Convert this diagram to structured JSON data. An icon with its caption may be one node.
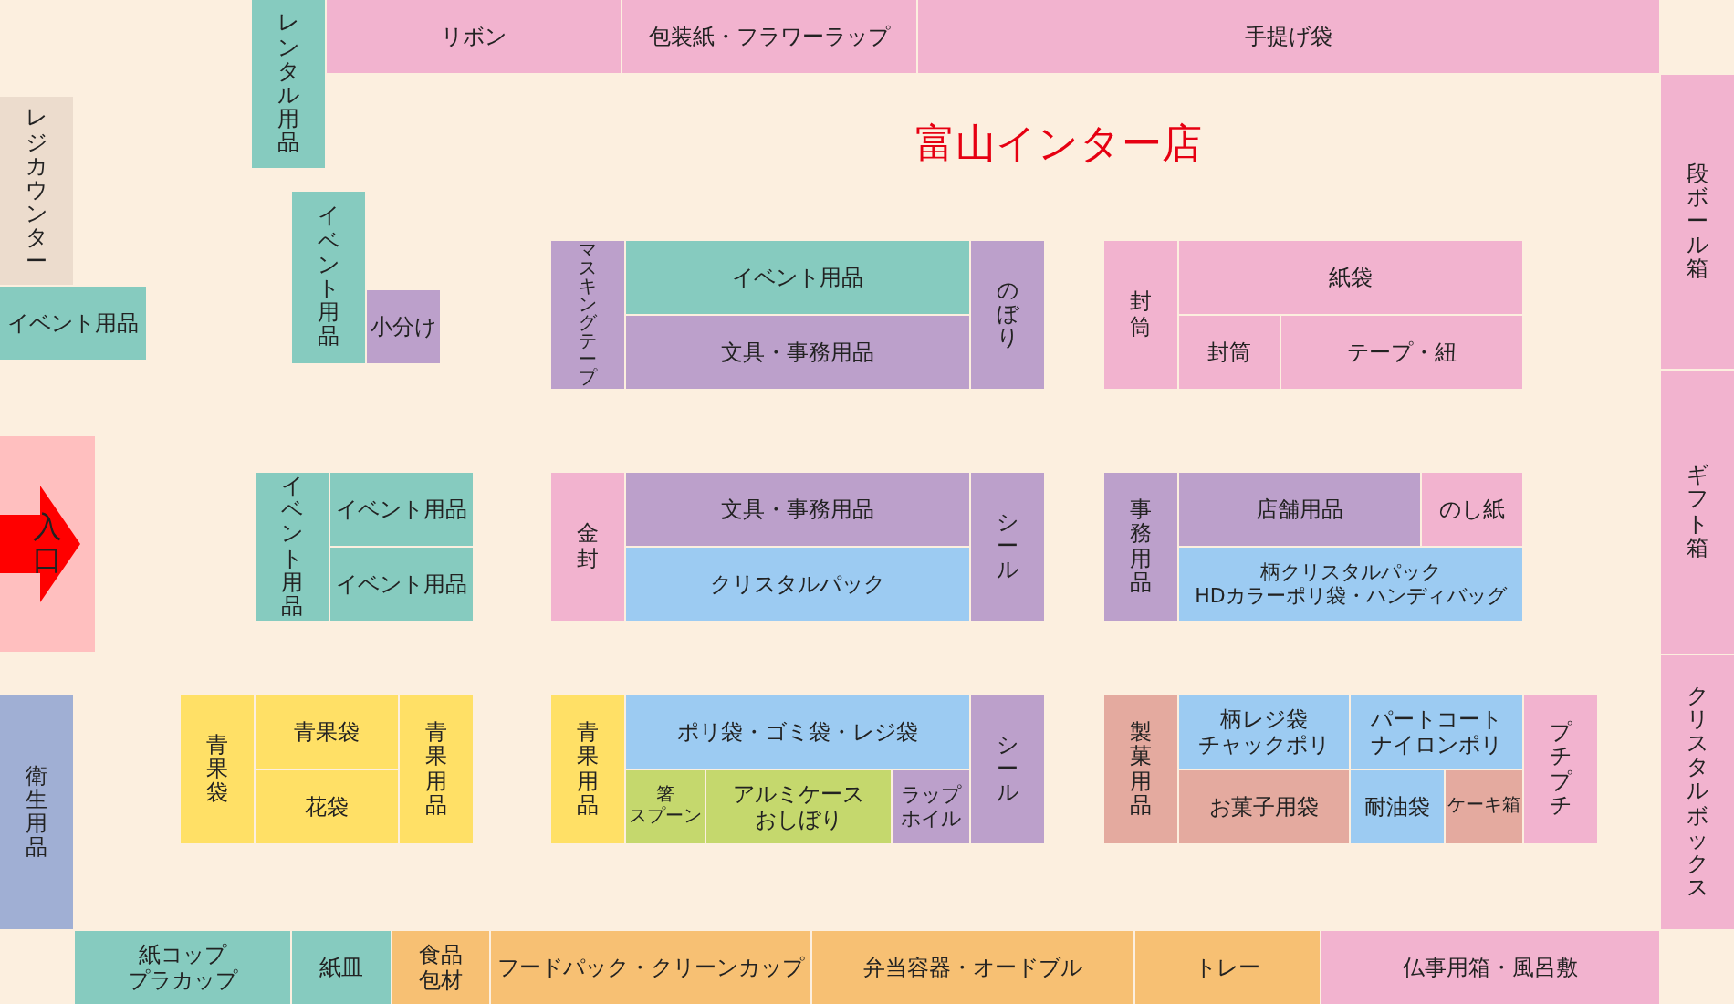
{
  "diagram": {
    "title": "富山インター店",
    "nodes": [
      {
        "text": [
          "レンタル用品"
        ]
      },
      {
        "text": [
          "リボン"
        ]
      },
      {
        "text": [
          "包装紙・フラワーラップ"
        ]
      },
      {
        "text": [
          "手提げ袋"
        ]
      },
      {
        "text": [
          "レジカウンター"
        ]
      },
      {
        "text": [
          "段ボール箱"
        ]
      },
      {
        "text": [
          "イベント用品"
        ]
      },
      {
        "text": [
          "イベント用品"
        ]
      },
      {
        "text": [
          "小分け"
        ]
      },
      {
        "text": [
          "マスキングテープ"
        ]
      },
      {
        "text": [
          "イベント用品"
        ]
      },
      {
        "text": [
          "文具・事務用品"
        ]
      },
      {
        "text": [
          "のぼり"
        ]
      },
      {
        "text": [
          "封筒"
        ]
      },
      {
        "text": [
          "紙袋"
        ]
      },
      {
        "text": [
          "封筒"
        ]
      },
      {
        "text": [
          "テープ・紐"
        ]
      },
      {
        "text": [
          "ギフト箱"
        ]
      },
      {
        "text": [
          "入口"
        ]
      },
      {
        "text": [
          "イベント用品"
        ]
      },
      {
        "text": [
          "イベント用品"
        ]
      },
      {
        "text": [
          "イベント用品"
        ]
      },
      {
        "text": [
          "金封"
        ]
      },
      {
        "text": [
          "文具・事務用品"
        ]
      },
      {
        "text": [
          "クリスタルパック"
        ]
      },
      {
        "text": [
          "シール"
        ]
      },
      {
        "text": [
          "事務用品"
        ]
      },
      {
        "text": [
          "店舗用品"
        ]
      },
      {
        "text": [
          "のし紙"
        ]
      },
      {
        "text": [
          "柄クリスタルパック",
          "HDカラーポリ袋・ハンディバッグ"
        ]
      },
      {
        "text": [
          "クリスタルボックス"
        ]
      },
      {
        "text": [
          "衛生用品"
        ]
      },
      {
        "text": [
          "青果袋"
        ]
      },
      {
        "text": [
          "青果袋"
        ]
      },
      {
        "text": [
          "花袋"
        ]
      },
      {
        "text": [
          "青果用品"
        ]
      },
      {
        "text": [
          "青果用品"
        ]
      },
      {
        "text": [
          "ポリ袋・ゴミ袋・レジ袋"
        ]
      },
      {
        "text": [
          "箸",
          "スプーン"
        ]
      },
      {
        "text": [
          "アルミケース",
          "おしぼり"
        ]
      },
      {
        "text": [
          "ラップ",
          "ホイル"
        ]
      },
      {
        "text": [
          "シール"
        ]
      },
      {
        "text": [
          "製菓用品"
        ]
      },
      {
        "text": [
          "柄レジ袋",
          "チャックポリ"
        ]
      },
      {
        "text": [
          "パートコート",
          "ナイロンポリ"
        ]
      },
      {
        "text": [
          "お菓子用袋"
        ]
      },
      {
        "text": [
          "耐油袋"
        ]
      },
      {
        "text": [
          "ケーキ箱"
        ]
      },
      {
        "text": [
          "プチプチ"
        ]
      },
      {
        "text": [
          "紙コップ",
          "プラカップ"
        ]
      },
      {
        "text": [
          "紙皿"
        ]
      },
      {
        "text": [
          "食品包材"
        ]
      },
      {
        "text": [
          "フードパック・クリーンカップ"
        ]
      },
      {
        "text": [
          "弁当容器・オードブル"
        ]
      },
      {
        "text": [
          "トレー"
        ]
      },
      {
        "text": [
          "仏事用箱・風呂敷"
        ]
      }
    ]
  }
}
